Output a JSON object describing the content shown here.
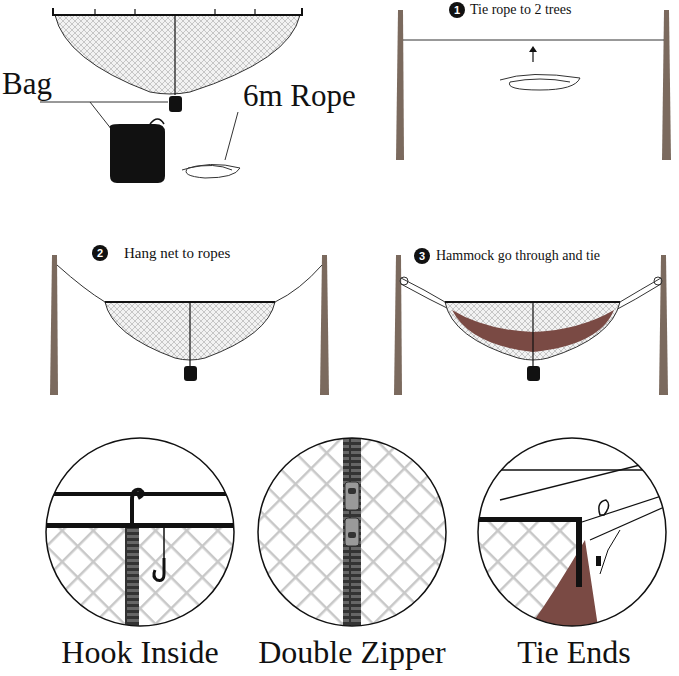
{
  "diagram": {
    "nodes": [
      {
        "text": [
          "1"
        ]
      },
      {
        "text": [
          "2"
        ]
      },
      {
        "text": [
          "3"
        ]
      }
    ],
    "labels": [
      "Bag",
      "6m Rope",
      "Tie rope to 2 trees",
      "Hang net to ropes",
      "Hammock go through and tie",
      "Hook Inside",
      "Double Zipper",
      "Tie Ends"
    ]
  }
}
